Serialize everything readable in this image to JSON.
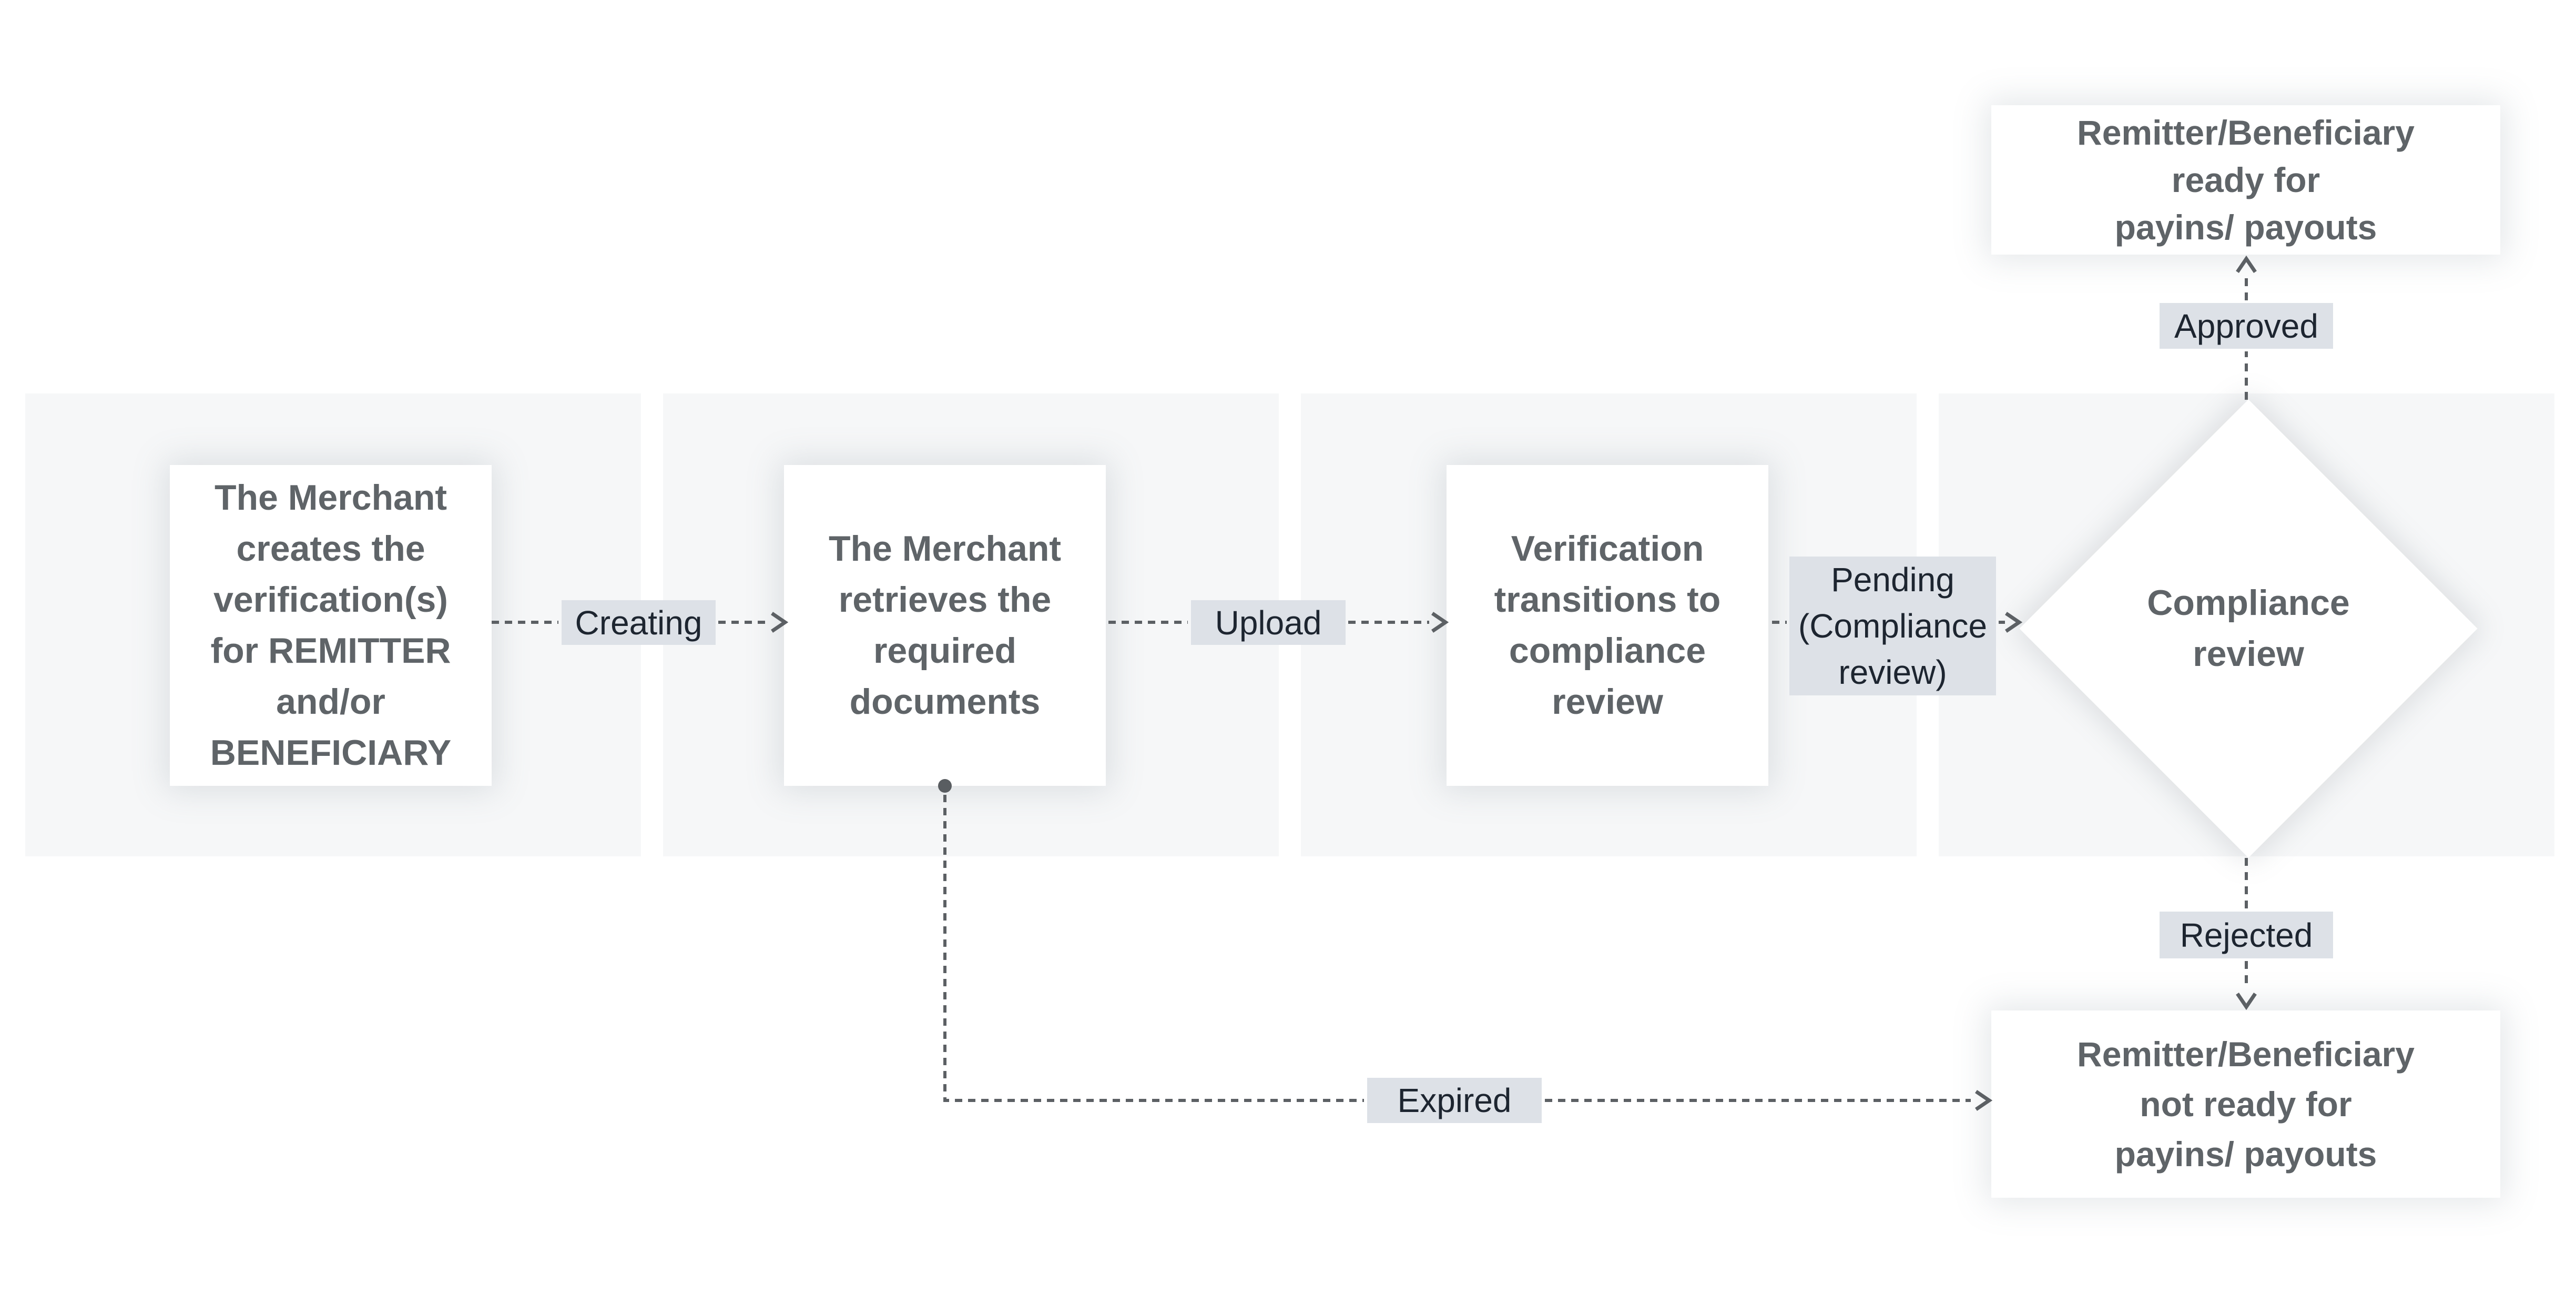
{
  "colors": {
    "background": "#ffffff",
    "panel_bg": "#f6f7f8",
    "node_bg": "#ffffff",
    "node_text": "#5f6468",
    "edge_label_bg": "#dde1e7",
    "edge_label_text": "#1d2530",
    "connector": "#5c6064"
  },
  "nodes": {
    "create": {
      "text": "The Merchant\ncreates the\nverification(s)\nfor REMITTER\nand/or\nBENEFICIARY"
    },
    "retrieve": {
      "text": "The Merchant\nretrieves the\nrequired\ndocuments"
    },
    "transition": {
      "text": "Verification\ntransitions to\ncompliance\nreview"
    },
    "review": {
      "text": "Compliance\nreview"
    },
    "ready": {
      "text": "Remitter/Beneficiary\nready for\npayins/ payouts"
    },
    "not_ready": {
      "text": "Remitter/Beneficiary\nnot ready for\npayins/ payouts"
    }
  },
  "edges": {
    "creating": {
      "label": "Creating"
    },
    "upload": {
      "label": "Upload"
    },
    "pending": {
      "label": "Pending\n(Compliance\nreview)"
    },
    "approved": {
      "label": "Approved"
    },
    "rejected": {
      "label": "Rejected"
    },
    "expired": {
      "label": "Expired"
    }
  }
}
